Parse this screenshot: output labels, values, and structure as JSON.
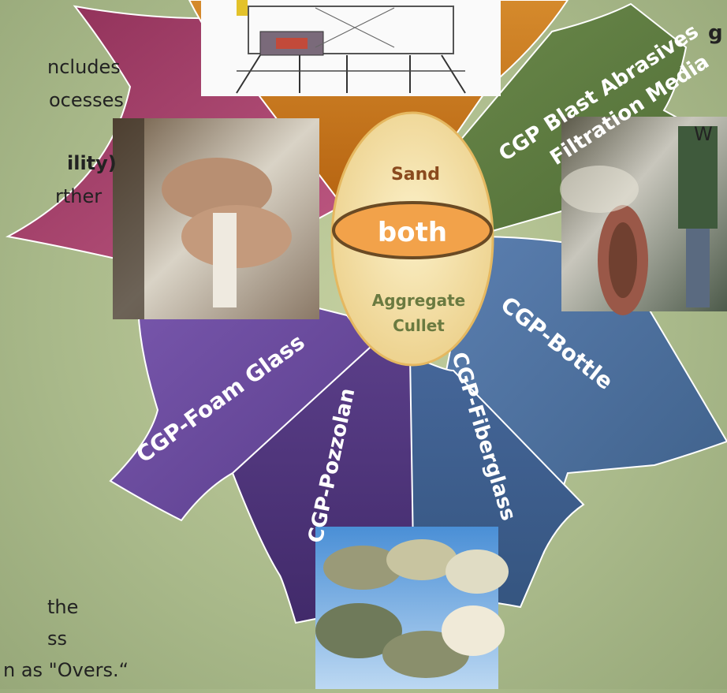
{
  "left_text": [
    "ncludes",
    "ocesses",
    "ility)",
    "rther"
  ],
  "bottom_text": [
    "the",
    "ss",
    "n as \"Overs.“"
  ],
  "right_text": [
    "W"
  ],
  "center": {
    "top_label": "Sand",
    "middle_label": "both",
    "bottom_label_1": "Aggregate",
    "bottom_label_2": "Cullet"
  },
  "petals": {
    "blast_line1": "CGP Blast Abrasives",
    "blast_line2": "Filtration Media",
    "bottle": "CGP-Bottle",
    "fiberglass": "CGP-Fiberglass",
    "pozzolan": "CGP-Pozzolan",
    "foam": "CGP-Foam Glass"
  },
  "colors": {
    "magenta": "#a03c64",
    "orange": "#c8741c",
    "green": "#5a7a3e",
    "blue": "#4a6a96",
    "purple": "#6a4a96",
    "center_fill": "#f5e0a0",
    "center_oval": "#f0a050"
  }
}
